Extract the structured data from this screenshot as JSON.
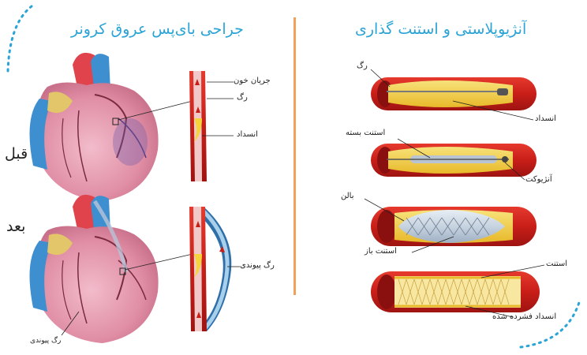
{
  "left_panel": {
    "title": "جراحی بای‌پس عروق کرونر",
    "before_label": "قبل",
    "after_label": "بعد",
    "labels": {
      "blood_flow": "جریان خون",
      "vessel": "رگ",
      "blockage": "انسداد",
      "graft_vessel": "رگ پیوندی",
      "graft_vessel_small": "رگ پیوندی"
    }
  },
  "right_panel": {
    "title": "آنژیوپلاستی و استنت گذاری",
    "labels": {
      "vessel": "رگ",
      "blockage": "انسداد",
      "closed_stent": "استنت بسته",
      "angiocath": "آنژیوکت",
      "balloon": "بالن",
      "open_stent": "استنت باز",
      "stent": "استنت",
      "compressed_blockage": "انسداد فشرده شده"
    }
  },
  "colors": {
    "title": "#2aa3d6",
    "divider": "#f0a15a",
    "artery": "#d8261f",
    "artery_dark": "#9e1411",
    "plaque": "#f5d33c",
    "heart": "#e8a3b4",
    "aorta": "#e0434b",
    "vein_blue": "#3d8fd0",
    "graft": "#5aa6d8",
    "dots": "#2aa3d6"
  }
}
